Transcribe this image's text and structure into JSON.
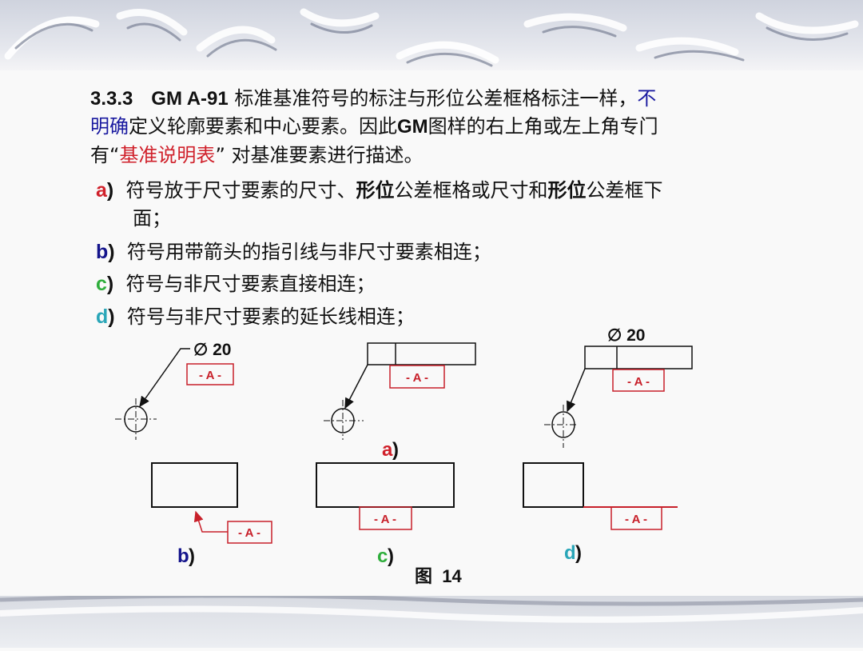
{
  "heading": {
    "number": "3.3.3",
    "standard": "GM  A-91",
    "line1_text": " 标准基准符号的标注与形位公差框格标注一样，",
    "line1_blue": "不",
    "line2_blue": "明确",
    "line2_text": "定义轮廓要素和中心要素。因此",
    "line2_gm": "GM",
    "line2_tail": "图样的右上角或左上角专门",
    "line3_a": "有“",
    "line3_red": "基准说明表",
    "line3_b": "” 对基准要素进行描述。"
  },
  "items": [
    {
      "letter": "a",
      "paren": ")",
      "text_a": "符号放于尺寸要素的尺寸、",
      "bold1": "形位",
      "text_b": "公差框格或尺寸和",
      "bold2": "形位",
      "text_c": "公差框下",
      "cont": "面；"
    },
    {
      "letter": "b",
      "paren": ")",
      "text": "符号用带箭头的指引线与非尺寸要素相连；"
    },
    {
      "letter": "c",
      "paren": ")",
      "text": "符号与非尺寸要素直接相连；"
    },
    {
      "letter": "d",
      "paren": ")",
      "text": "符号与非尺寸要素的延长线相连；"
    }
  ],
  "figure": {
    "dim_label": "∅ 20",
    "datum_label": "- A -",
    "label_a": "a",
    "label_b": "b",
    "label_c": "c",
    "label_d": "d",
    "paren": ")",
    "caption": "图  14"
  },
  "colors": {
    "red": "#d0202a",
    "blue": "#1a1aa0",
    "green": "#2fae3c",
    "teal": "#2aa6b8"
  }
}
